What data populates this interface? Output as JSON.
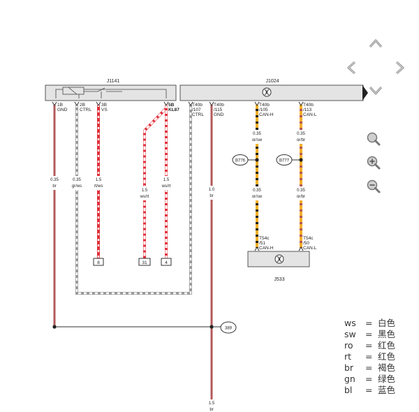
{
  "modules": {
    "left": {
      "name": "J1141"
    },
    "right": {
      "name": "J1024"
    },
    "bottom": {
      "name": "J533"
    }
  },
  "pins": {
    "p1b": {
      "l1": "1B",
      "l2": "GND"
    },
    "p2b": {
      "l1": "2B",
      "l2": "CTRL"
    },
    "p3b": {
      "l1": "3B",
      "l2": "VS"
    },
    "p5b": {
      "l1": "5B",
      "l2": "KL87"
    },
    "p107": {
      "l1": "T40b",
      "l2": "/107",
      "l3": "CTRL"
    },
    "p115": {
      "l1": "T40b",
      "l2": "/115",
      "l3": "GND"
    },
    "p105": {
      "l1": "T40b",
      "l2": "/105",
      "l3": "CAN-H"
    },
    "p113": {
      "l1": "T40b",
      "l2": "/113",
      "l3": "CAN-L"
    },
    "p51": {
      "l1": "T54c",
      "l2": "/51",
      "l3": "CAN-H"
    },
    "p50": {
      "l1": "T54c",
      "l2": "/50",
      "l3": "CAN-L"
    }
  },
  "wires": {
    "w1": {
      "size": "0.35",
      "color": "br"
    },
    "w2": {
      "size": "0.35",
      "color": "gr/ws"
    },
    "w3": {
      "size": "1.5",
      "color": "rt/ws"
    },
    "w4": {
      "size": "1.5",
      "color": "ws/rt"
    },
    "w5": {
      "size": "1.5",
      "color": "ws/rt"
    },
    "w6": {
      "size": "1.0",
      "color": "br"
    },
    "w7a": {
      "size": "0.35",
      "color": "or/sw"
    },
    "w7b": {
      "size": "0.35",
      "color": "or/sw"
    },
    "w8a": {
      "size": "0.35",
      "color": "or/br"
    },
    "w8b": {
      "size": "0.35",
      "color": "or/br"
    },
    "w9": {
      "size": "1.5",
      "color": "br"
    }
  },
  "connectors": {
    "c8": "8",
    "c31": "31",
    "c4": "4"
  },
  "nodes": {
    "b776": "B776",
    "b777": "B777",
    "n389": "389"
  },
  "legend": [
    {
      "code": "ws",
      "name": "白色"
    },
    {
      "code": "sw",
      "name": "黑色"
    },
    {
      "code": "ro",
      "name": "红色"
    },
    {
      "code": "rt",
      "name": "红色"
    },
    {
      "code": "br",
      "name": "褐色"
    },
    {
      "code": "gn",
      "name": "绿色"
    },
    {
      "code": "bl",
      "name": "蓝色"
    }
  ],
  "legend_eq": "=",
  "nav_icons": [
    "chevron-up-icon",
    "chevron-left-icon",
    "chevron-right-icon",
    "chevron-down-icon"
  ],
  "zoom_icons": [
    "search-icon",
    "zoom-in-icon",
    "zoom-out-icon"
  ],
  "colors": {
    "brown": "#b35a5a",
    "red": "#e0303a",
    "white": "#ffffff",
    "grey": "#9a9a9a",
    "orange": "#f2b02a",
    "black": "#222222",
    "module_fill": "#e4e4e4",
    "module_stroke": "#555555"
  }
}
